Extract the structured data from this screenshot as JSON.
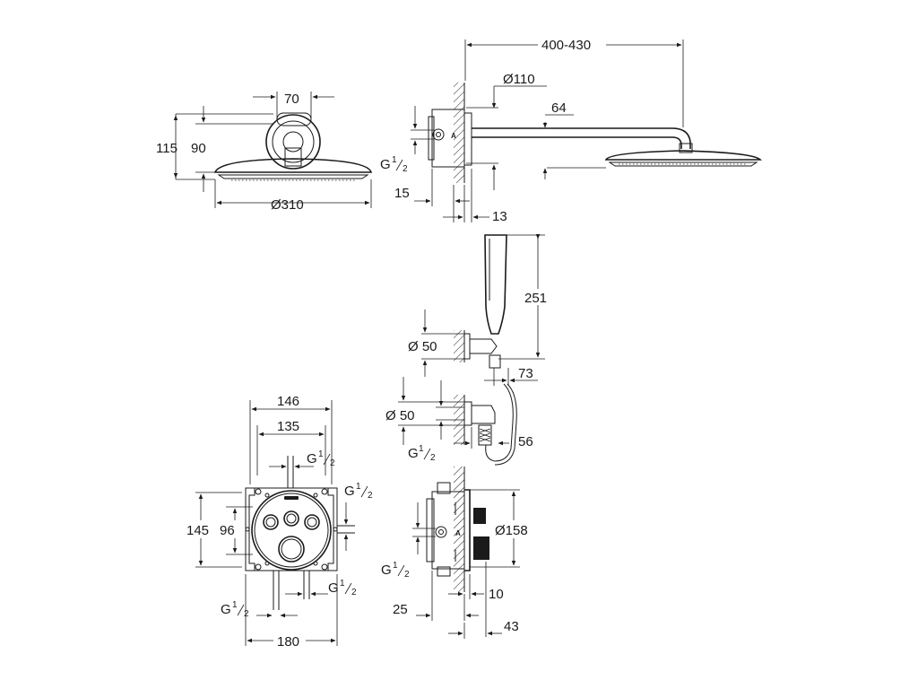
{
  "top_left": {
    "width_70": "70",
    "height_115": "115",
    "height_90": "90",
    "diameter_310": "Ø310"
  },
  "top_right": {
    "reach": "400-430",
    "diameter_110": "Ø110",
    "arm_64": "64",
    "thread_g": "G",
    "thread_num": "1",
    "thread_den": "2",
    "depth_15": "15",
    "depth_13": "13",
    "valve_mark": "A"
  },
  "hand_shower": {
    "length_251": "251",
    "holder_d50": "Ø 50",
    "offset_73": "73",
    "outlet_d50": "Ø 50",
    "offset_56": "56",
    "thread_g": "G",
    "thread_num": "1",
    "thread_den": "2"
  },
  "valve_front": {
    "width_146": "146",
    "width_135": "135",
    "height_145": "145",
    "height_96": "96",
    "width_180": "180",
    "thread_top_g": "G",
    "thread_right_g": "G",
    "thread_bottom_right_g": "G",
    "thread_bottom_left_g": "G",
    "thread_num": "1",
    "thread_den": "2"
  },
  "valve_side": {
    "diameter_158": "Ø158",
    "depth_10": "10",
    "depth_25": "25",
    "depth_43": "43",
    "thread_g": "G",
    "thread_num": "1",
    "thread_den": "2",
    "valve_mark": "A"
  }
}
